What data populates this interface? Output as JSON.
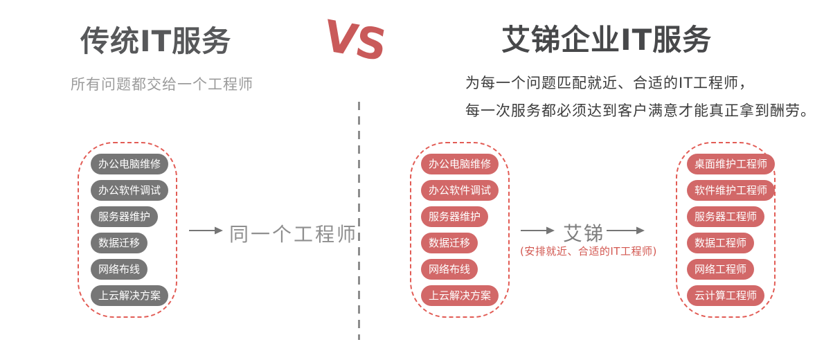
{
  "comparison": {
    "vs": "VS",
    "left": {
      "title": "传统IT服务",
      "subtitle": "所有问题都交给一个工程师",
      "services": [
        "办公电脑维修",
        "办公软件调试",
        "服务器维护",
        "数据迁移",
        "网络布线",
        "上云解决方案"
      ],
      "result": "同一个工程师"
    },
    "right": {
      "title": "艾锑企业IT服务",
      "subtitle_line1": "为每一个问题匹配就近、合适的IT工程师，",
      "subtitle_line2": "每一次服务都必须达到客户满意才能真正拿到酬劳。",
      "services": [
        "办公电脑维修",
        "办公软件调试",
        "服务器维护",
        "数据迁移",
        "网络布线",
        "上云解决方案"
      ],
      "broker": "艾锑",
      "broker_note": "(安排就近、合适的IT工程师)",
      "engineers": [
        "桌面维护工程师",
        "软件维护工程师",
        "服务器工程师",
        "数据工程师",
        "网络工程师",
        "云计算工程师"
      ]
    },
    "colors": {
      "pill_gray": "#767676",
      "pill_red": "#d26868",
      "dashed_border_red": "#e25c55",
      "vs_red": "#c95a5a",
      "divider_gray": "#8d8d8d",
      "title_left_gray": "#57585a",
      "title_right_gray": "#47484a",
      "note_red": "#d2564f"
    }
  }
}
